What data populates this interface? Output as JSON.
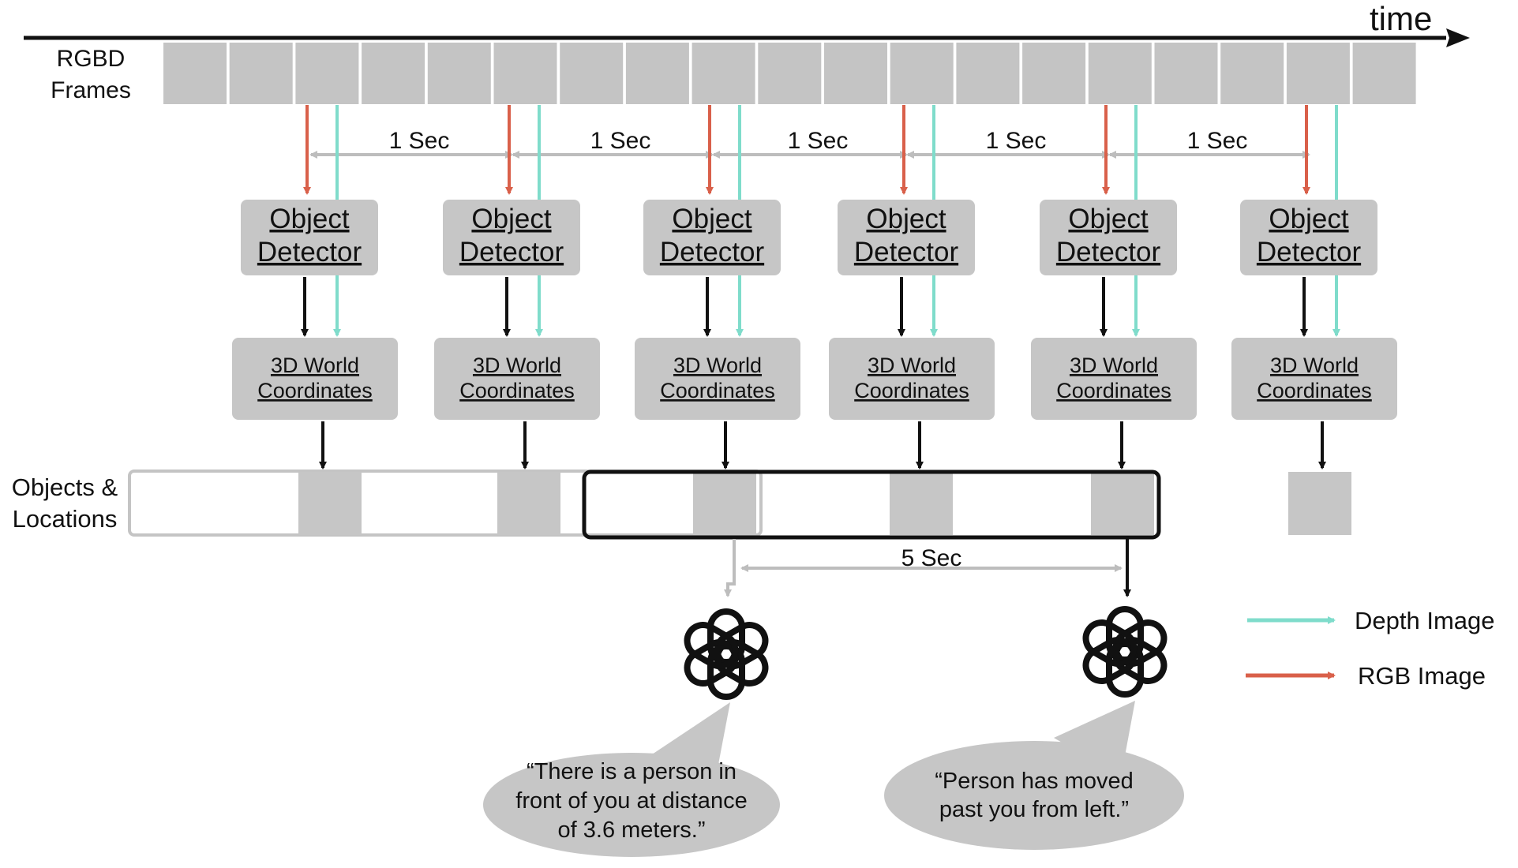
{
  "time_label": "time",
  "frames_label_line1": "RGBD",
  "frames_label_line2": "Frames",
  "frame_count": 19,
  "interval_label": "1 Sec",
  "detector": {
    "line1": "Object",
    "line2": "Detector"
  },
  "world": {
    "line1": "3D World",
    "line2": "Coordinates"
  },
  "pipeline_count": 6,
  "objects_label_line1": "Objects &",
  "objects_label_line2": "Locations",
  "window_label": "5 Sec",
  "speech": [
    {
      "lines": [
        "“There is a person in",
        "front of you at distance",
        "of 3.6 meters.”"
      ]
    },
    {
      "lines": [
        "“Person has moved",
        "past you from left.”"
      ]
    }
  ],
  "legend": [
    {
      "label": "Depth Image",
      "color": "#7fdccb"
    },
    {
      "label": "RGB Image",
      "color": "#d9604a"
    }
  ],
  "colors": {
    "frame": "#c4c4c4",
    "box": "#c6c6c6",
    "depth": "#7fdccb",
    "rgb": "#d9604a",
    "gray_arrow": "#bdbdbd",
    "black": "#111111"
  }
}
